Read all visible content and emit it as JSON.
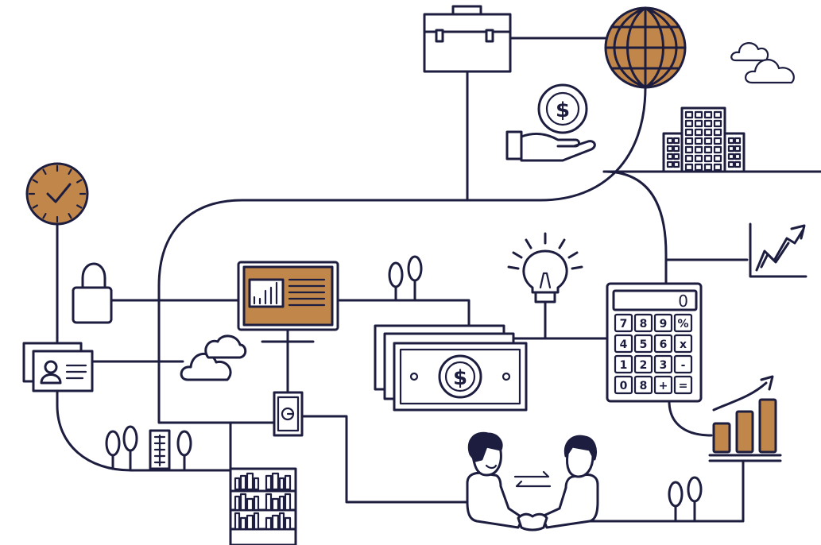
{
  "calculator": {
    "display": "0",
    "keys": [
      "7",
      "8",
      "9",
      "%",
      "4",
      "5",
      "6",
      "x",
      "1",
      "2",
      "3",
      "-",
      "0",
      "8",
      "+",
      "="
    ]
  },
  "banknote": {
    "symbol": "$"
  },
  "hand_coin": {
    "symbol": "$"
  },
  "colors": {
    "ink": "#1c1d3f",
    "accent": "#c1874a",
    "background": "#ffffff"
  },
  "icons": [
    "briefcase-icon",
    "globe-icon",
    "cloud-icon",
    "hand-coin-icon",
    "office-building-icon",
    "clock-icon",
    "rising-chart-icon",
    "lightbulb-icon",
    "calculator-icon",
    "padlock-icon",
    "monitor-icon",
    "tree-icon",
    "banknote-stack-icon",
    "id-card-icon",
    "safe-icon",
    "bookshelf-icon",
    "handshake-icon",
    "bar-chart-icon"
  ]
}
